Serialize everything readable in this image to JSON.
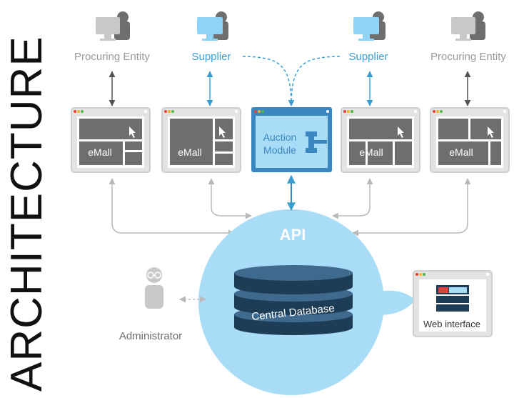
{
  "title": "ARCHITECTURE",
  "actors": {
    "procuring_left": "Procuring Entity",
    "supplier_left": "Supplier",
    "supplier_right": "Supplier",
    "procuring_right": "Procuring Entity",
    "administrator": "Administrator"
  },
  "modules": {
    "emall_1": "eMall",
    "emall_2": "eMall",
    "auction_line1": "Auction",
    "auction_line2": "Module",
    "emall_3": "eMall",
    "emall_4": "eMall"
  },
  "core": {
    "api": "API",
    "database": "Central Database"
  },
  "web": {
    "label": "Web interface"
  },
  "colors": {
    "gray_icon": "#c8c8c8",
    "gray_dark": "#6e6e6e",
    "blue_text": "#3a9fd0",
    "blue_light": "#a9dcf7",
    "auction_frame": "#3a86c0",
    "db_dark": "#1d3d57",
    "db_mid": "#3f6a8e"
  }
}
